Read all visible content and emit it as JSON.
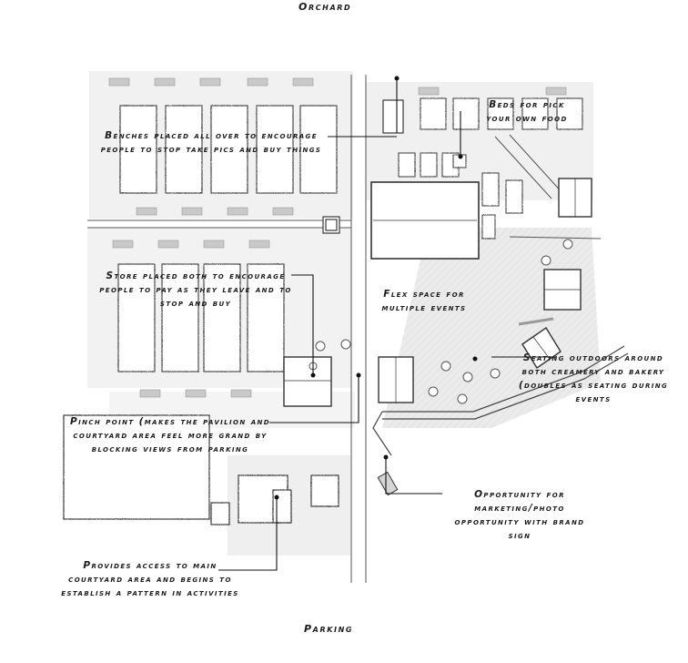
{
  "labels": {
    "top": "Orchard",
    "bottom": "Parking"
  },
  "annotations": {
    "benches": "Benches placed all over to encourage people to stop take pics and buy things",
    "beds": "Beds for pick your own food",
    "store": "Store placed both to encourage people to pay as they leave and to stop and buy",
    "flex": "Flex space for multiple events",
    "seating": "Seating outdoors around both creamery and bakery (doubles as seating during events",
    "pinch": "Pinch point (makes the pavilion and courtyard area feel more grand by blocking views from parking",
    "marketing": "Opportunity for marketing/photo opportunity with brand sign",
    "access": "Provides access to main courtyard area and begins to establish a pattern in activities"
  }
}
